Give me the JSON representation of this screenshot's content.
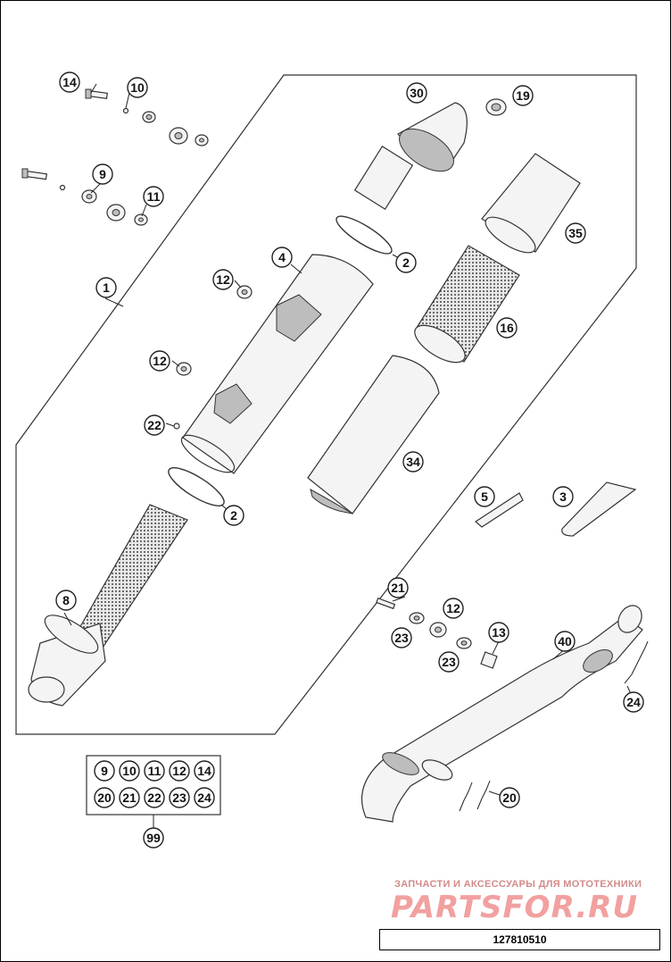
{
  "callouts": {
    "c14a": "14",
    "c10a": "10",
    "c9": "9",
    "c11": "11",
    "c1": "1",
    "c12a": "12",
    "c12b": "12",
    "c22": "22",
    "c4": "4",
    "c30": "30",
    "c19": "19",
    "c2a": "2",
    "c35": "35",
    "c16": "16",
    "c34": "34",
    "c2b": "2",
    "c8": "8",
    "c5": "5",
    "c3": "3",
    "c21": "21",
    "c12c": "12",
    "c23a": "23",
    "c13": "13",
    "c23b": "23",
    "c40": "40",
    "c24": "24",
    "c20": "20",
    "c99": "99"
  },
  "kit": {
    "row1": [
      "9",
      "10",
      "11",
      "12",
      "14"
    ],
    "row2": [
      "20",
      "21",
      "22",
      "23",
      "24"
    ]
  },
  "watermark": {
    "text": "ЗАПЧАСТИ И АКСЕССУАРЫ ДЛЯ МОТОТЕХНИКИ",
    "logo": "PARTSFOR.RU"
  },
  "diagram_number": "127810510"
}
